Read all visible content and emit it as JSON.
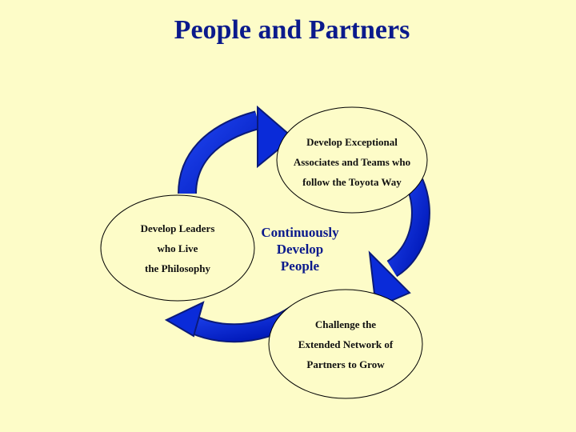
{
  "title": "People and Partners",
  "center": [
    "Continuously",
    "Develop",
    "People"
  ],
  "nodes": {
    "top": [
      "Develop Exceptional",
      "Associates and Teams who",
      "follow the Toyota Way"
    ],
    "left": [
      "Develop Leaders",
      "who Live",
      "the Philosophy"
    ],
    "bottom": [
      "Challenge the",
      "Extended Network of",
      "Partners to Grow"
    ]
  },
  "colors": {
    "background": "#fdfcc8",
    "title": "#0b1a8c",
    "arrow": "#0a2bd9"
  }
}
